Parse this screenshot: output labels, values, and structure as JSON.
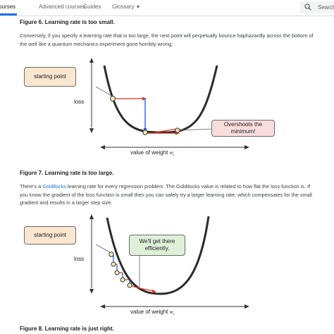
{
  "nav": {
    "tabs": [
      "ourses",
      "Advanced courses",
      "Guides",
      "Glossary"
    ],
    "search_placeholder": "Search"
  },
  "content": {
    "figure6_caption": "Figure 6. Learning rate is too small.",
    "para1": "Conversely, if you specify a learning rate that is too large, the next point will perpetually bounce haphazardly across the bottom of the well like a quantum mechanics experiment gone horribly wrong:",
    "figure7_caption": "Figure 7. Learning rate is too large.",
    "para2_pre": "There's a ",
    "para2_link": "Goldilocks",
    "para2_post": " learning rate for every regression problem. The Goldilocks value is related to how flat the loss function is. If you know the gradient of the loss function is small then you can safely try a larger learning rate, which compensates for the small gradient and results in a larger step size.",
    "figure8_caption": "Figure 8. Learning rate is just right."
  },
  "figure1": {
    "start_label": "starting point",
    "y_label": "loss",
    "x_label": "value of weight",
    "x_var": "w",
    "x_sub": "i",
    "callout": "Overshoots the minimum!"
  },
  "figure2": {
    "start_label": "starting point",
    "y_label": "loss",
    "x_label": "value of weight",
    "x_var": "w",
    "x_sub": "i",
    "callout": "We'll get there efficiently."
  },
  "colors": {
    "accent": "#1a73e8",
    "curve": "#2b2b2b",
    "red_arrow": "#d93025",
    "blue_arrow": "#1a56db",
    "point_fill": "#f6eeb4",
    "orange_callout": "#fbe6cf",
    "pink_callout": "#f9dcdc",
    "green_callout": "#dff0d8"
  }
}
